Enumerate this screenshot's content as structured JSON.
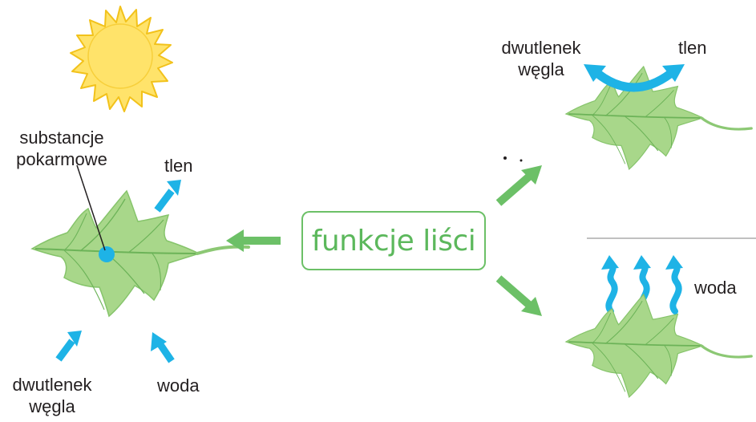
{
  "center_label": "funkcje liści",
  "left_panel": {
    "label_substances": [
      "substancje",
      "pokarmowe"
    ],
    "label_oxygen": "tlen",
    "label_co2": [
      "dwutlenek",
      "węgla"
    ],
    "label_water": "woda"
  },
  "right_top_panel": {
    "label_co2": [
      "dwutlenek",
      "węgla"
    ],
    "label_oxygen": "tlen"
  },
  "right_bottom_panel": {
    "label_water": "woda"
  },
  "colors": {
    "leaf_fill": "#a8d78a",
    "leaf_vein": "#6cb358",
    "green_arrow": "#6cc067",
    "blue": "#1eb3e6",
    "sun_fill": "#ffe36a",
    "sun_stroke": "#f2c21b"
  }
}
